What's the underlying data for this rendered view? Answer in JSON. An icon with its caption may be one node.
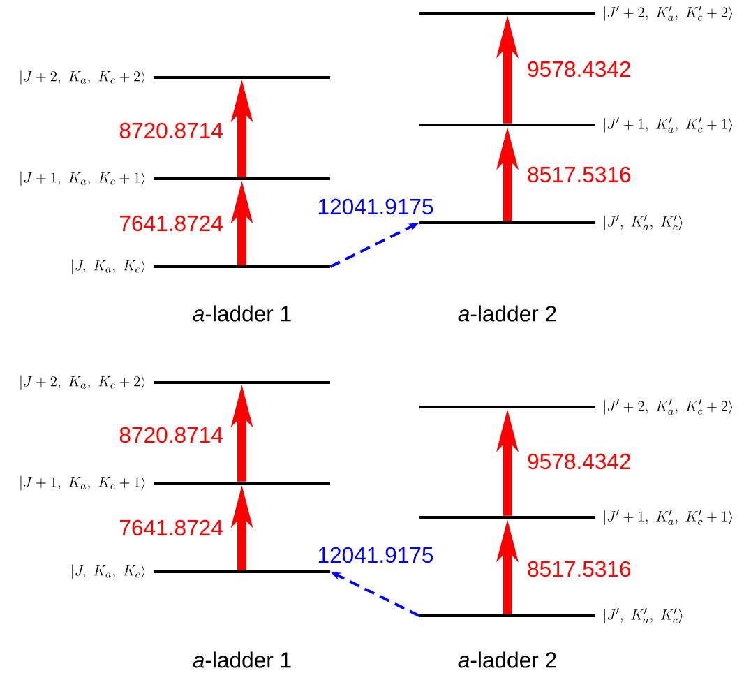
{
  "diagram": {
    "nodes": [
      {
        "text": [],
        "shape": "bar",
        "beside": [
          "|J,\\ K_a,\\ K_c\\rangle"
        ]
      },
      {
        "text": [],
        "shape": "bar",
        "beside": [
          "|J+1,\\ K_a,\\ K_c+1\\rangle"
        ]
      },
      {
        "text": [],
        "shape": "bar",
        "beside": [
          "|J+2,\\ K_a,\\ K_c+2\\rangle"
        ]
      },
      {
        "text": [],
        "shape": "bar",
        "beside": [
          "|J',\\ K'_a,\\ K'_c\\rangle"
        ]
      },
      {
        "text": [],
        "shape": "bar",
        "beside": [
          "|J'+1,\\ K'_a,\\ K'_c+1\\rangle"
        ]
      },
      {
        "text": [],
        "shape": "bar",
        "beside": [
          "|J'+2,\\ K'_a,\\ K'_c+2\\rangle"
        ]
      },
      {
        "text": [],
        "shape": "bar",
        "beside": [
          "|J,\\ K_a,\\ K_c\\rangle"
        ]
      },
      {
        "text": [],
        "shape": "bar",
        "beside": [
          "|J+1,\\ K_a,\\ K_c+1\\rangle"
        ]
      },
      {
        "text": [],
        "shape": "bar",
        "beside": [
          "|J+2,\\ K_a,\\ K_c+2\\rangle"
        ]
      },
      {
        "text": [],
        "shape": "bar",
        "beside": [
          "|J',\\ K'_a,\\ K'_c\\rangle"
        ]
      },
      {
        "text": [],
        "shape": "bar",
        "beside": [
          "|J'+1,\\ K'_a,\\ K'_c+1\\rangle"
        ]
      },
      {
        "text": [],
        "shape": "bar",
        "beside": [
          "|J'+2,\\ K'_a,\\ K'_c+2\\rangle"
        ]
      }
    ],
    "edges": [
      {
        "from": 0,
        "to": 1,
        "arrow": "to",
        "label": "7641.8724"
      },
      {
        "from": 1,
        "to": 2,
        "arrow": "to",
        "label": "8720.8714"
      },
      {
        "from": 3,
        "to": 4,
        "arrow": "to",
        "label": "8517.5316"
      },
      {
        "from": 4,
        "to": 5,
        "arrow": "to",
        "label": "9578.4342"
      },
      {
        "from": 0,
        "to": 3,
        "arrow": "to",
        "label": "12041.9175",
        "style": "dashed",
        "color": "#0000ff"
      },
      {
        "from": 6,
        "to": 7,
        "arrow": "to",
        "label": "7641.8724"
      },
      {
        "from": 7,
        "to": 8,
        "arrow": "to",
        "label": "8720.8714"
      },
      {
        "from": 9,
        "to": 10,
        "arrow": "to",
        "label": "8517.5316"
      },
      {
        "from": 10,
        "to": 11,
        "arrow": "to",
        "label": "9578.4342"
      },
      {
        "from": 9,
        "to": 6,
        "arrow": "to",
        "label": "12041.9175",
        "style": "dashed",
        "color": "#0000ff"
      }
    ],
    "labels": [
      "*a*-ladder 1",
      "*a*-ladder 2",
      "*a*-ladder 1",
      "*a*-ladder 2"
    ]
  }
}
